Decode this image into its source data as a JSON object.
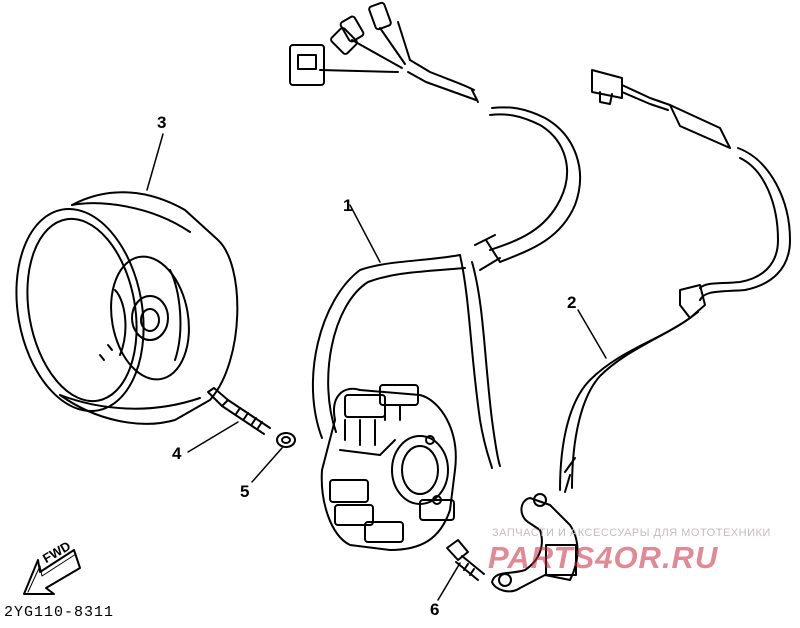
{
  "diagram": {
    "part_code": "2YG110-8311",
    "fwd_label": "FWD",
    "callouts": [
      "1",
      "2",
      "3",
      "4",
      "5",
      "6"
    ],
    "watermark": {
      "small_text": "ЗАПЧАСТИ И АКСЕССУАРЫ ДЛЯ МОТОТЕХНИКИ",
      "big_text": "PARTS4OR.RU",
      "color": "#c8283c"
    }
  }
}
